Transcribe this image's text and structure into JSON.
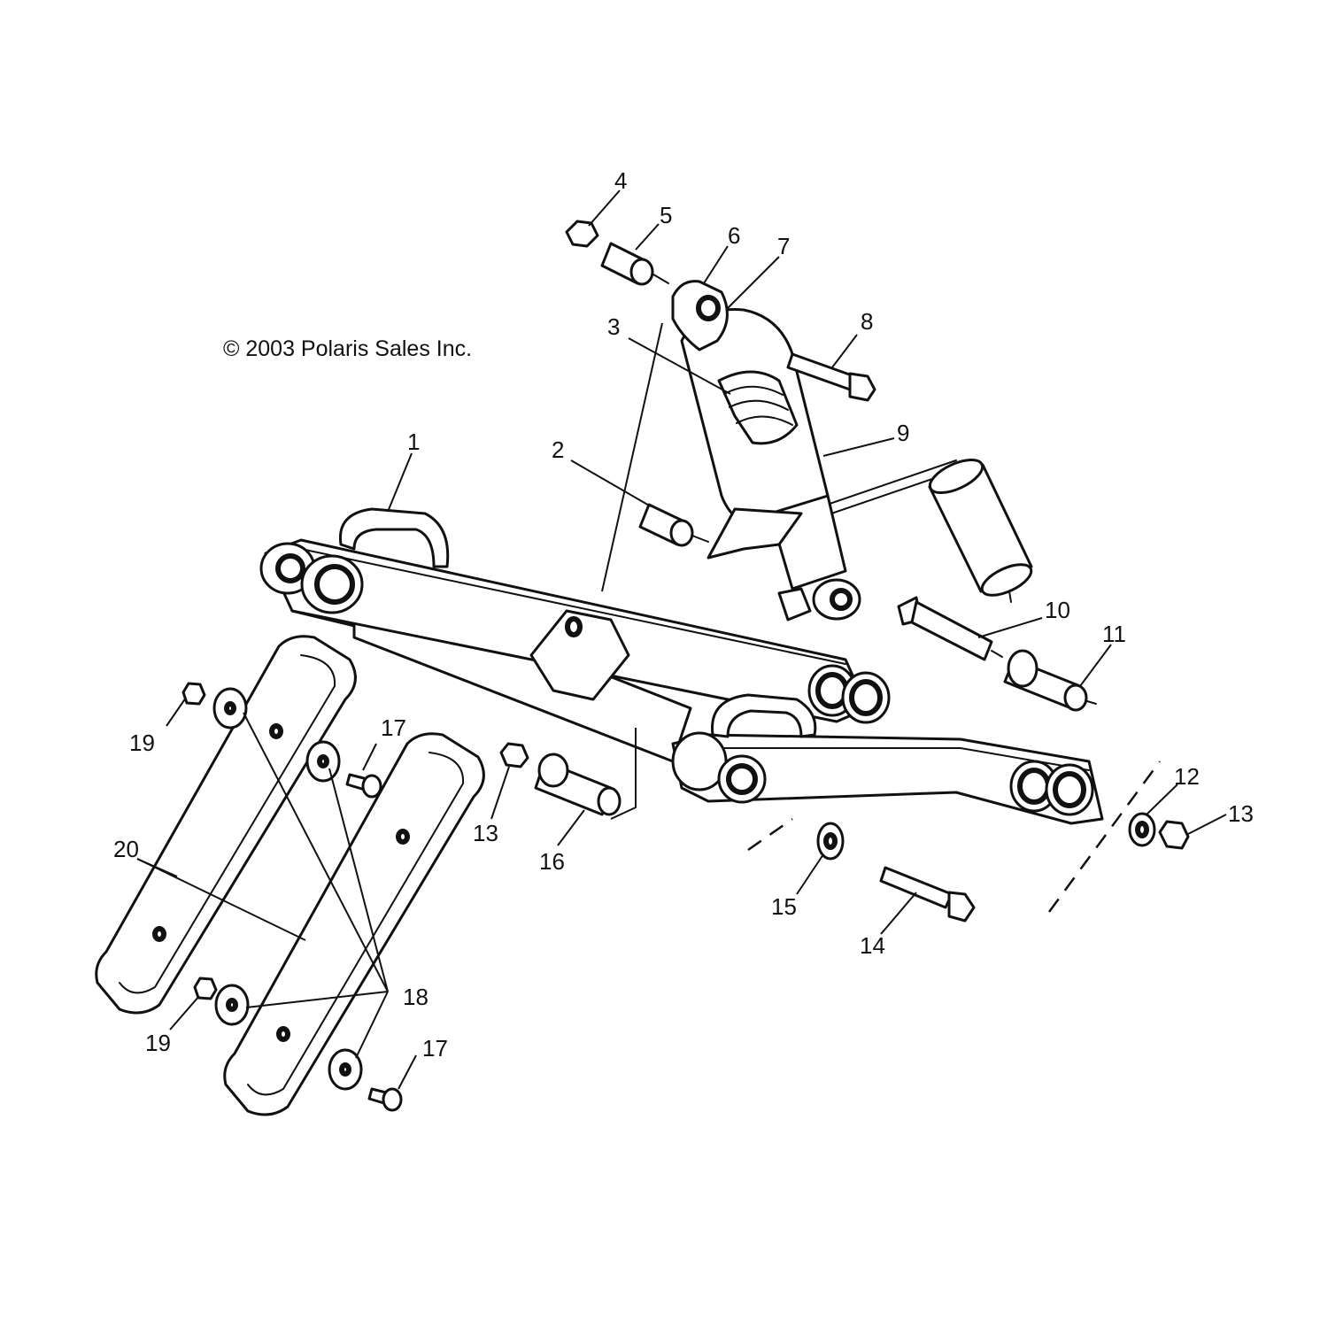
{
  "copyright": "© 2003 Polaris Sales Inc.",
  "callouts": {
    "c1": "1",
    "c2": "2",
    "c3": "3",
    "c4": "4",
    "c5": "5",
    "c6": "6",
    "c7": "7",
    "c8": "8",
    "c9": "9",
    "c10": "10",
    "c11": "11",
    "c12": "12",
    "c13a": "13",
    "c13b": "13",
    "c14": "14",
    "c15": "15",
    "c16": "16",
    "c17a": "17",
    "c17b": "17",
    "c18": "18",
    "c19a": "19",
    "c19b": "19",
    "c20": "20"
  },
  "colors": {
    "ink": "#111111",
    "paper": "#ffffff"
  }
}
